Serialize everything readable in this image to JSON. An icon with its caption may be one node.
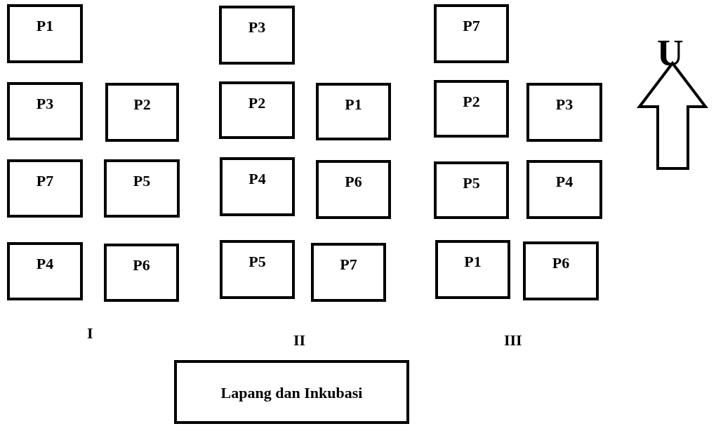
{
  "diagram": {
    "nodes": [
      {
        "text": [
          "P1"
        ]
      },
      {
        "text": [
          "P3"
        ]
      },
      {
        "text": [
          "P7"
        ]
      },
      {
        "text": [
          "P3"
        ]
      },
      {
        "text": [
          "P2"
        ]
      },
      {
        "text": [
          "P2"
        ]
      },
      {
        "text": [
          "P1"
        ]
      },
      {
        "text": [
          "P2"
        ]
      },
      {
        "text": [
          "P3"
        ]
      },
      {
        "text": [
          "P7"
        ]
      },
      {
        "text": [
          "P5"
        ]
      },
      {
        "text": [
          "P4"
        ]
      },
      {
        "text": [
          "P6"
        ]
      },
      {
        "text": [
          "P5"
        ]
      },
      {
        "text": [
          "P4"
        ]
      },
      {
        "text": [
          "P4"
        ]
      },
      {
        "text": [
          "P6"
        ]
      },
      {
        "text": [
          "P5"
        ]
      },
      {
        "text": [
          "P7"
        ]
      },
      {
        "text": [
          "P1"
        ]
      },
      {
        "text": [
          "P6"
        ]
      },
      {
        "text": [
          "Lapang dan Inkubasi"
        ]
      }
    ],
    "edges": [],
    "labels": [
      "U",
      "I",
      "II",
      "III"
    ]
  }
}
